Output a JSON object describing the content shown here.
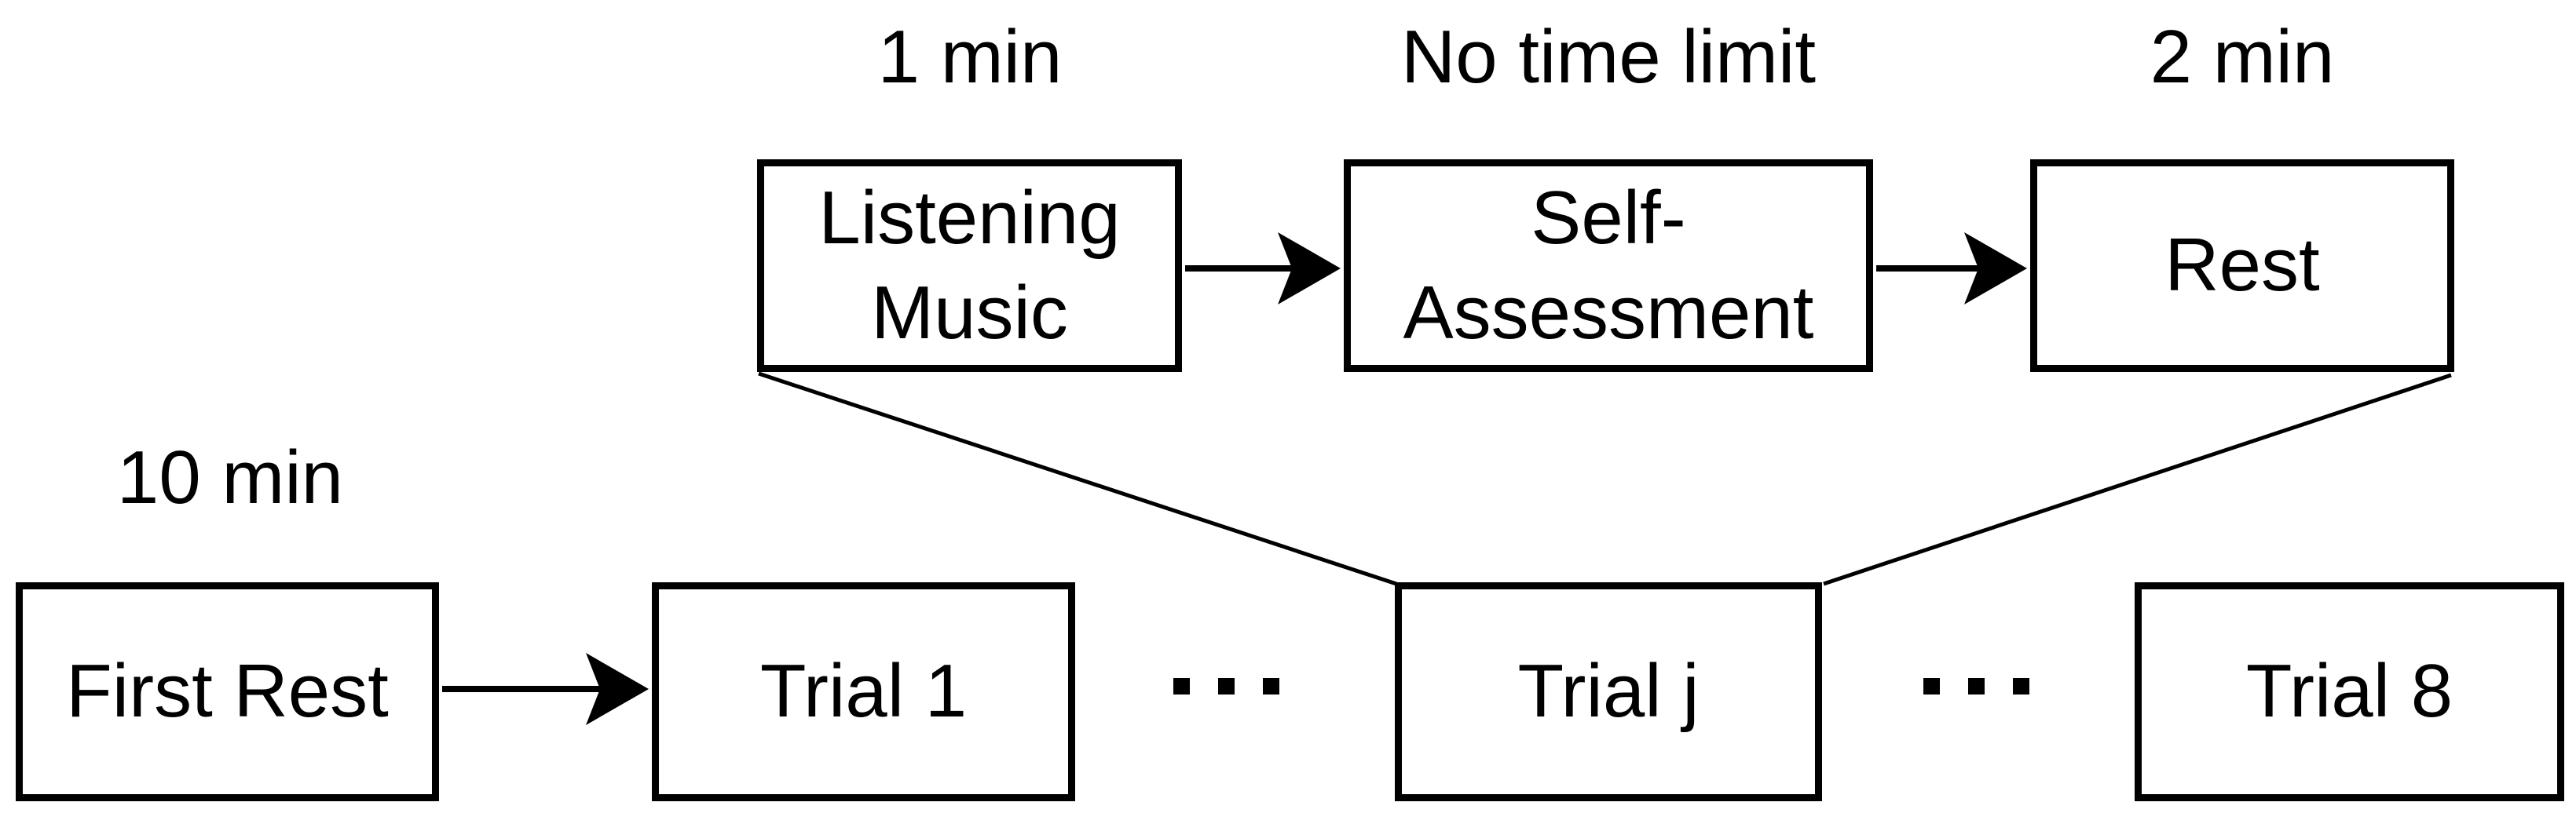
{
  "diagram": {
    "background_color": "#ffffff",
    "line_color": "#000000",
    "text_color": "#000000",
    "trial_detail_row": {
      "description": "expanded contents of one trial",
      "boxes": [
        {
          "label": "Listening\nMusic",
          "duration": "1 min"
        },
        {
          "label": "Self-\nAssessment",
          "duration": "No time limit"
        },
        {
          "label": "Rest",
          "duration": "2 min"
        }
      ]
    },
    "session_row": {
      "description": "overall session sequence",
      "boxes": [
        {
          "label": "First Rest",
          "duration": "10 min"
        },
        {
          "label": "Trial 1"
        },
        {
          "label": "Trial j"
        },
        {
          "label": "Trial 8"
        }
      ],
      "ellipsis": "..."
    }
  }
}
